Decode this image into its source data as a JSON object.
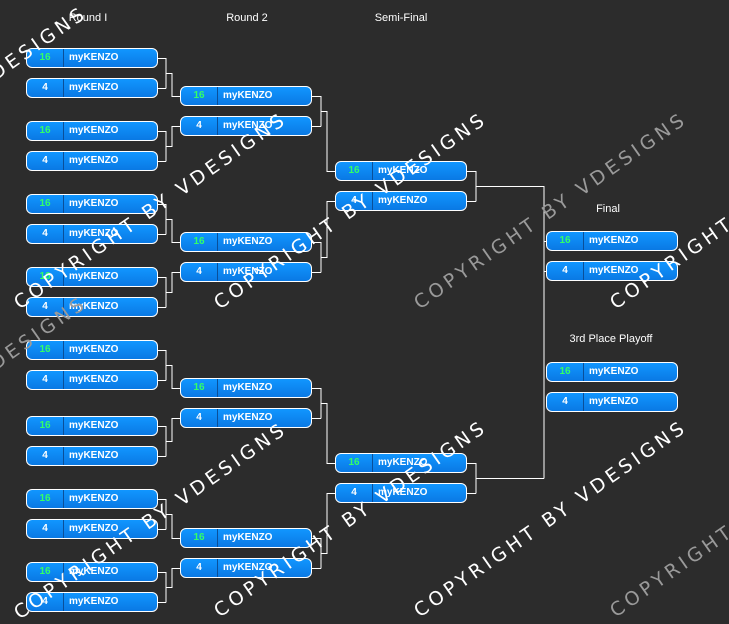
{
  "rounds": [
    {
      "id": "r1",
      "title": "Round I"
    },
    {
      "id": "r2",
      "title": "Round 2"
    },
    {
      "id": "sf",
      "title": "Semi-Final"
    },
    {
      "id": "fi",
      "title": "Final"
    },
    {
      "id": "tp",
      "title": "3rd Place Playoff"
    }
  ],
  "slot_colors": {
    "seed_high": "#33ff66",
    "seed_low": "#ffffff",
    "fill": "#0a86f0",
    "border": "#ffffff"
  },
  "watermark": {
    "text": "COPYRIGHT BY VDESIGNS",
    "color_bright": "#ffffff",
    "color_dim": "#9a9a9a"
  },
  "matches": [
    {
      "round": "r1",
      "slots": [
        {
          "seed": "16",
          "team": "myKENZO"
        },
        {
          "seed": "4",
          "team": "myKENZO"
        }
      ]
    },
    {
      "round": "r1",
      "slots": [
        {
          "seed": "16",
          "team": "myKENZO"
        },
        {
          "seed": "4",
          "team": "myKENZO"
        }
      ]
    },
    {
      "round": "r1",
      "slots": [
        {
          "seed": "16",
          "team": "myKENZO"
        },
        {
          "seed": "4",
          "team": "myKENZO"
        }
      ]
    },
    {
      "round": "r1",
      "slots": [
        {
          "seed": "16",
          "team": "myKENZO"
        },
        {
          "seed": "4",
          "team": "myKENZO"
        }
      ]
    },
    {
      "round": "r1",
      "slots": [
        {
          "seed": "16",
          "team": "myKENZO"
        },
        {
          "seed": "4",
          "team": "myKENZO"
        }
      ]
    },
    {
      "round": "r1",
      "slots": [
        {
          "seed": "16",
          "team": "myKENZO"
        },
        {
          "seed": "4",
          "team": "myKENZO"
        }
      ]
    },
    {
      "round": "r1",
      "slots": [
        {
          "seed": "16",
          "team": "myKENZO"
        },
        {
          "seed": "4",
          "team": "myKENZO"
        }
      ]
    },
    {
      "round": "r1",
      "slots": [
        {
          "seed": "16",
          "team": "myKENZO"
        },
        {
          "seed": "4",
          "team": "myKENZO"
        }
      ]
    },
    {
      "round": "r2",
      "slots": [
        {
          "seed": "16",
          "team": "myKENZO"
        },
        {
          "seed": "4",
          "team": "myKENZO"
        }
      ]
    },
    {
      "round": "r2",
      "slots": [
        {
          "seed": "16",
          "team": "myKENZO"
        },
        {
          "seed": "4",
          "team": "myKENZO"
        }
      ]
    },
    {
      "round": "r2",
      "slots": [
        {
          "seed": "16",
          "team": "myKENZO"
        },
        {
          "seed": "4",
          "team": "myKENZO"
        }
      ]
    },
    {
      "round": "r2",
      "slots": [
        {
          "seed": "16",
          "team": "myKENZO"
        },
        {
          "seed": "4",
          "team": "myKENZO"
        }
      ]
    },
    {
      "round": "sf",
      "slots": [
        {
          "seed": "16",
          "team": "myKENZO"
        },
        {
          "seed": "4",
          "team": "myKENZO"
        }
      ]
    },
    {
      "round": "sf",
      "slots": [
        {
          "seed": "16",
          "team": "myKENZO"
        },
        {
          "seed": "4",
          "team": "myKENZO"
        }
      ]
    },
    {
      "round": "fi",
      "slots": [
        {
          "seed": "16",
          "team": "myKENZO"
        },
        {
          "seed": "4",
          "team": "myKENZO"
        }
      ]
    },
    {
      "round": "tp",
      "slots": [
        {
          "seed": "16",
          "team": "myKENZO"
        },
        {
          "seed": "4",
          "team": "myKENZO"
        }
      ]
    }
  ]
}
